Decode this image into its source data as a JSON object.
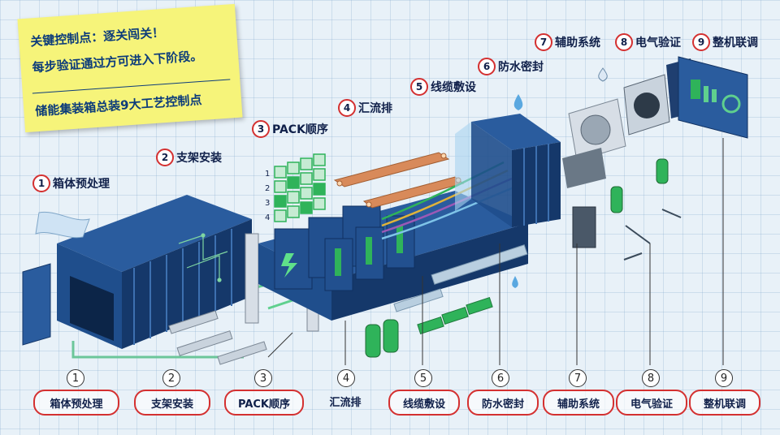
{
  "note": {
    "line1": "关键控制点：逐关闯关！",
    "line2": "每步验证通过方可进入下阶段。",
    "line3": "储能集装箱总装9大工艺控制点"
  },
  "steps": [
    {
      "number": "1",
      "label": "箱体预处理"
    },
    {
      "number": "2",
      "label": "支架安装"
    },
    {
      "number": "3",
      "label": "PACK顺序"
    },
    {
      "number": "4",
      "label": "汇流排"
    },
    {
      "number": "5",
      "label": "线缆敷设"
    },
    {
      "number": "6",
      "label": "防水密封"
    },
    {
      "number": "7",
      "label": "辅助系统"
    },
    {
      "number": "8",
      "label": "电气验证"
    },
    {
      "number": "9",
      "label": "整机联调"
    }
  ],
  "grid_rows": [
    "1",
    "2",
    "3",
    "4"
  ],
  "colors": {
    "container_blue": "#1f4e8c",
    "container_dark": "#15386a",
    "copper": "#d88a5a",
    "green_pack": "#2fb35a",
    "circle_red": "#d43030",
    "note_yellow": "#f6f47a"
  }
}
